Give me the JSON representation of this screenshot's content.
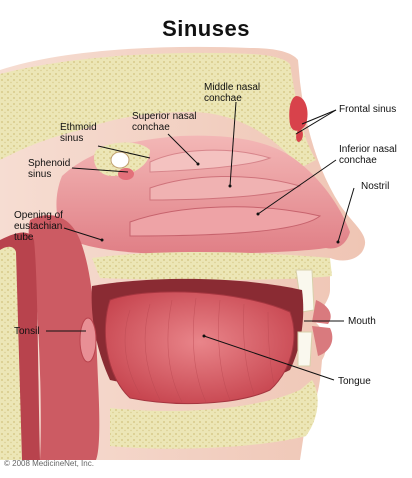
{
  "title": "Sinuses",
  "labels": {
    "middle_nasal_conchae": "Middle nasal\nconchae",
    "frontal_sinus": "Frontal sinus",
    "superior_nasal_conchae": "Superior nasal\nconchae",
    "ethmoid_sinus": "Ethmoid\nsinus",
    "inferior_nasal_conchae": "Inferior nasal\nconchae",
    "sphenoid_sinus": "Sphenoid\nsinus",
    "nostril": "Nostril",
    "opening_eustachian_tube": "Opening of\neustachian\ntube",
    "mouth": "Mouth",
    "tonsil": "Tonsil",
    "tongue": "Tongue"
  },
  "copyright": "© 2008 MedicineNet, Inc.",
  "colors": {
    "tissue_pink": "#e58f94",
    "tissue_dark": "#c9555d",
    "bone_yellow": "#ede7b9",
    "skin": "#f1cfc0",
    "tongue": "#d85e66",
    "line": "#111111"
  }
}
